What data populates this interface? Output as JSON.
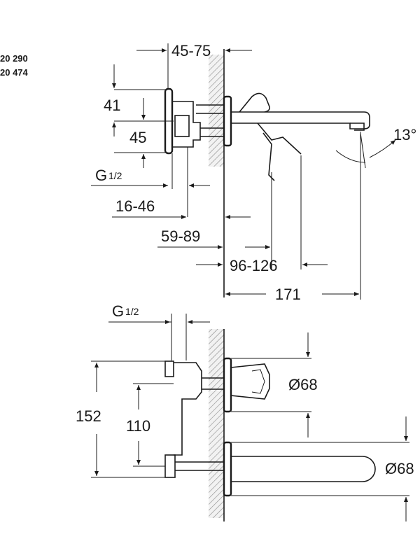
{
  "product_codes": [
    "20 290",
    "20 474"
  ],
  "side_view": {
    "dim_top_range": "45-75",
    "dim_41": "41",
    "dim_45": "45",
    "thread_label_main": "G",
    "thread_label_frac": "1/2",
    "dim_16_46": "16-46",
    "dim_59_89": "59-89",
    "dim_96_126": "96-126",
    "dim_171": "171",
    "angle": "13°"
  },
  "front_view": {
    "thread_label_main": "G",
    "thread_label_frac": "1/2",
    "dim_152": "152",
    "dim_110": "110",
    "dia_handle": "Ø68",
    "dia_spout": "Ø68"
  }
}
